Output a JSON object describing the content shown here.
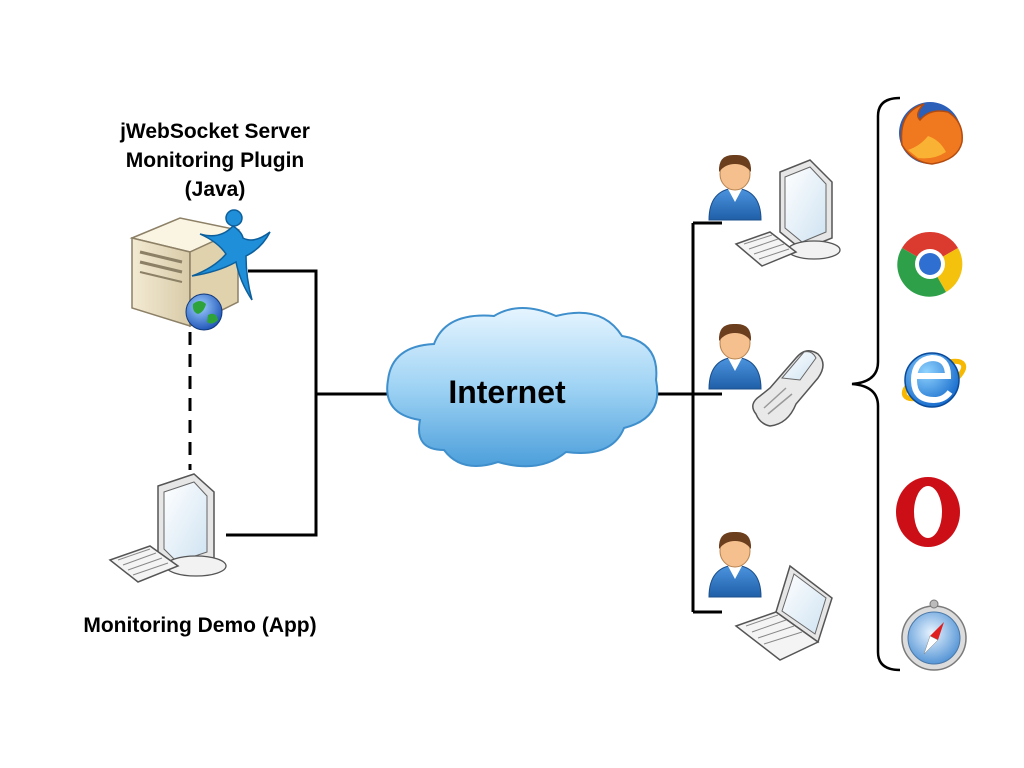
{
  "server": {
    "title_line1": "jWebSocket Server",
    "title_line2": "Monitoring Plugin",
    "title_line3": "(Java)"
  },
  "demo": {
    "label": "Monitoring Demo (App)"
  },
  "cloud": {
    "label": "Internet"
  },
  "clients": [
    {
      "user": "user-icon",
      "device": "desktop-computer-icon"
    },
    {
      "user": "user-icon",
      "device": "mobile-phone-icon"
    },
    {
      "user": "user-icon",
      "device": "laptop-icon"
    }
  ],
  "browsers": [
    "firefox-icon",
    "chrome-icon",
    "internet-explorer-icon",
    "opera-icon",
    "safari-icon"
  ],
  "colors": {
    "cloud_fill": "#9fd3f4",
    "cloud_stroke": "#4a9fd6",
    "jwebsocket_logo": "#1e8fd8",
    "user_shirt": "#2f78c6",
    "user_hair": "#6b3e1e",
    "user_skin": "#f5c08e",
    "opera_red": "#cc0f16"
  }
}
